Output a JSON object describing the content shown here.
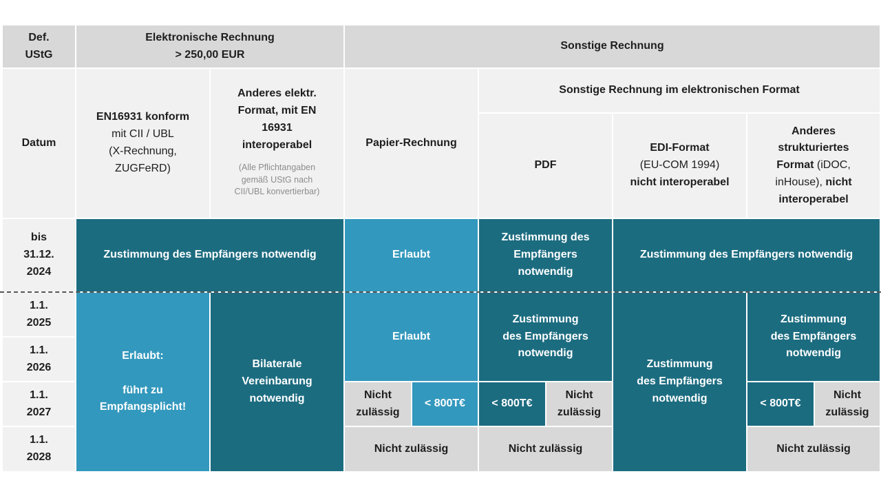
{
  "header": {
    "def_ustg": [
      "Def.",
      "UStG"
    ],
    "elektronische": [
      "Elektronische Rechnung",
      "> 250,00 EUR"
    ],
    "sonstige": "Sonstige Rechnung",
    "datum": "Datum",
    "en16931": {
      "bold": "EN16931 konform",
      "lines": [
        "mit CII / UBL",
        "(X-Rechnung,",
        "ZUGFeRD)"
      ]
    },
    "anderes_elektr": {
      "lines": [
        "Anderes elektr.",
        "Format, mit EN",
        "16931",
        "interoperabel"
      ],
      "note": [
        "(Alle Pflichtangaben",
        "gemäß UStG nach",
        "CII/UBL konvertierbar)"
      ]
    },
    "papier": "Papier-Rechnung",
    "sonstige_elektronisch": "Sonstige Rechnung im elektronischen Format",
    "pdf": "PDF",
    "edi": {
      "bold": "EDI-Format",
      "normal": "(EU-COM 1994)",
      "bold2": "nicht interoperabel"
    },
    "anderes_struktur": {
      "l1": "Anderes",
      "l2": "strukturiertes",
      "l3_bold": "Format",
      "l3_normal": " (iDOC,",
      "l4_normal": "inHouse),",
      "l4_bold": " nicht",
      "l5": "interoperabel"
    }
  },
  "dates": {
    "bis2024": [
      "bis",
      "31.12.",
      "2024"
    ],
    "y2025": [
      "1.1.",
      "2025"
    ],
    "y2026": [
      "1.1.",
      "2026"
    ],
    "y2027": [
      "1.1.",
      "2027"
    ],
    "y2028": [
      "1.1.",
      "2028"
    ]
  },
  "body": {
    "zustimmung_single": "Zustimmung des Empfängers notwendig",
    "zustimmung_three": [
      "Zustimmung des",
      "Empfängers",
      "notwendig"
    ],
    "zustimmung_split": [
      "Zustimmung",
      "des Empfängers",
      "notwendig"
    ],
    "erlaubt": "Erlaubt",
    "erlaubt_empfangspflicht": [
      "Erlaubt:",
      "",
      "führt zu",
      "Empfangsplicht!"
    ],
    "bilaterale": [
      "Bilaterale",
      "Vereinbarung",
      "notwendig"
    ],
    "nicht_zulaessig_two": [
      "Nicht",
      "zulässig"
    ],
    "nicht_zulaessig": "Nicht zulässig",
    "lt_800": "< 800T€"
  },
  "colors": {
    "dark_teal": "#1c6c80",
    "light_teal": "#3398bd",
    "header_gray": "#d8d8d8",
    "light_gray": "#f1f1f1"
  }
}
